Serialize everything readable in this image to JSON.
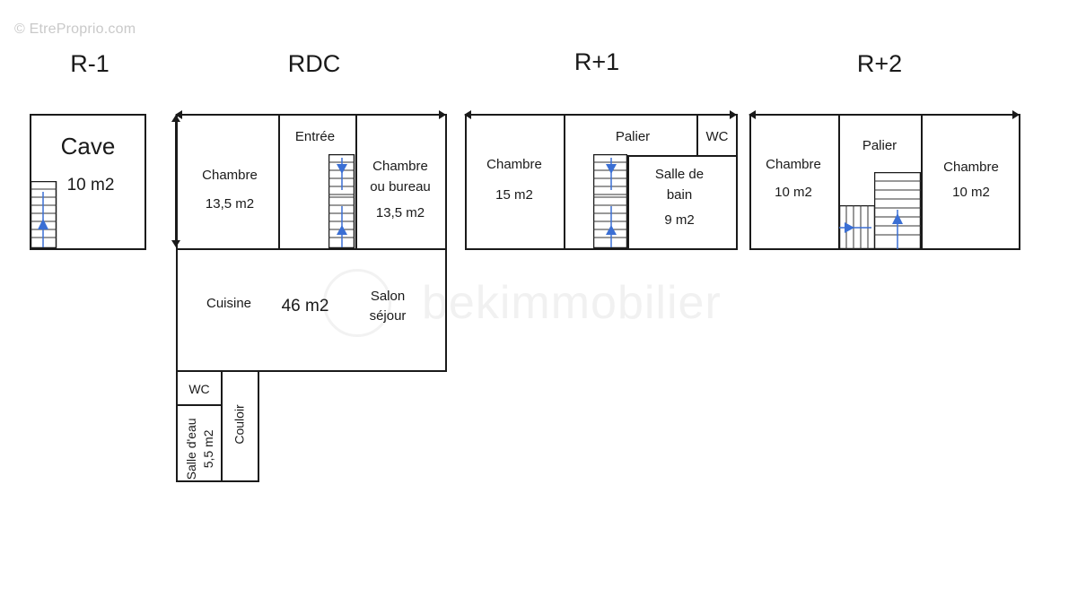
{
  "copyright": "© EtreProprio.com",
  "watermark": "bekimmobilier",
  "floors": {
    "r_minus_1": {
      "title": "R-1",
      "cave": {
        "name": "Cave",
        "area": "10 m2"
      }
    },
    "rdc": {
      "title": "RDC",
      "chambre": {
        "name": "Chambre",
        "area": "13,5 m2"
      },
      "entree": {
        "name": "Entrée"
      },
      "chambre_bureau": {
        "name_line1": "Chambre",
        "name_line2": "ou bureau",
        "area": "13,5 m2"
      },
      "cuisine": {
        "name": "Cuisine"
      },
      "living_area": "46 m2",
      "salon": {
        "line1": "Salon",
        "line2": "séjour"
      },
      "wc": {
        "name": "WC"
      },
      "salle_eau": {
        "name": "Salle d'eau",
        "area": "5,5 m2"
      },
      "couloir": {
        "name": "Couloir"
      }
    },
    "r_plus_1": {
      "title": "R+1",
      "chambre": {
        "name": "Chambre",
        "area": "15 m2"
      },
      "palier": {
        "name": "Palier"
      },
      "wc": {
        "name": "WC"
      },
      "sdb": {
        "line1": "Salle de",
        "line2": "bain",
        "area": "9 m2"
      }
    },
    "r_plus_2": {
      "title": "R+2",
      "chambre_left": {
        "name": "Chambre",
        "area": "10 m2"
      },
      "palier": {
        "name": "Palier"
      },
      "chambre_right": {
        "name": "Chambre",
        "area": "10 m2"
      }
    }
  },
  "colors": {
    "wall": "#1a1a1a",
    "stair_arrow": "#3b6fd4",
    "background": "#ffffff"
  }
}
